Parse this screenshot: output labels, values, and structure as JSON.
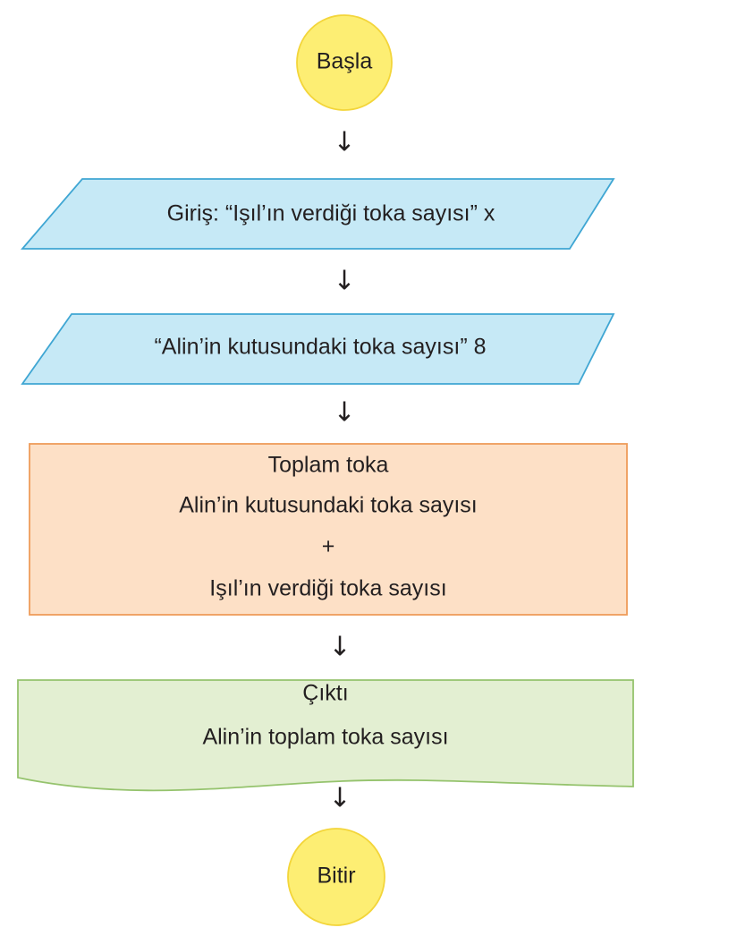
{
  "colors": {
    "terminal_fill": "#fdee73",
    "terminal_stroke": "#f3d53a",
    "io_fill": "#c6e9f6",
    "io_stroke": "#3fa6d3",
    "process_fill": "#fde0c6",
    "process_stroke": "#ee9c5a",
    "output_fill": "#e3efd2",
    "output_stroke": "#95c36d",
    "text": "#231f20"
  },
  "arrow_glyph": "↓",
  "start": {
    "label": "Başla"
  },
  "input_1": {
    "label": "Giriş:  “Işıl’ın verdiği toka sayısı” x"
  },
  "input_2": {
    "label": "“Alin’in kutusundaki toka sayısı” 8"
  },
  "process": {
    "lines": [
      "Toplam toka",
      "Alin’in kutusundaki toka sayısı",
      "+",
      "Işıl’ın verdiği toka sayısı"
    ]
  },
  "output": {
    "lines": [
      "Çıktı",
      "Alin’in toplam toka sayısı"
    ]
  },
  "end": {
    "label": "Bitir"
  }
}
